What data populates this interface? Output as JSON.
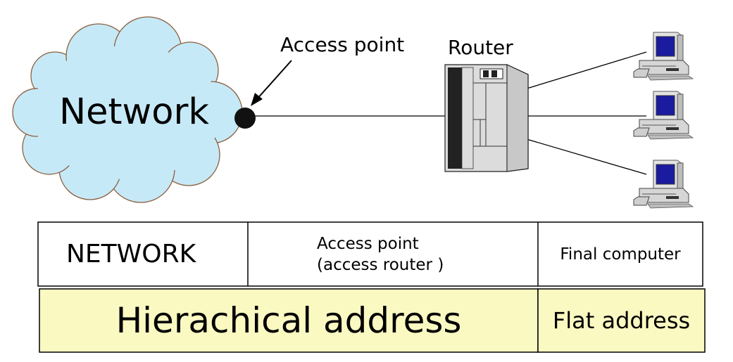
{
  "labels": {
    "network": "Network",
    "access_point": "Access point",
    "router": "Router"
  },
  "table": {
    "row1": {
      "network": "NETWORK",
      "access_point_line1": "Access point",
      "access_point_line2": "(access router )",
      "final_computer": "Final computer"
    },
    "row2": {
      "hierarchical": "Hierachical address",
      "flat": "Flat address"
    }
  },
  "colors": {
    "cloud_fill": "#c6e9f7",
    "cloud_stroke": "#8b5e3c",
    "address_fill": "#fbf9c2",
    "monitor_screen": "#1b1ba0",
    "router_body": "#dcdcdc"
  }
}
